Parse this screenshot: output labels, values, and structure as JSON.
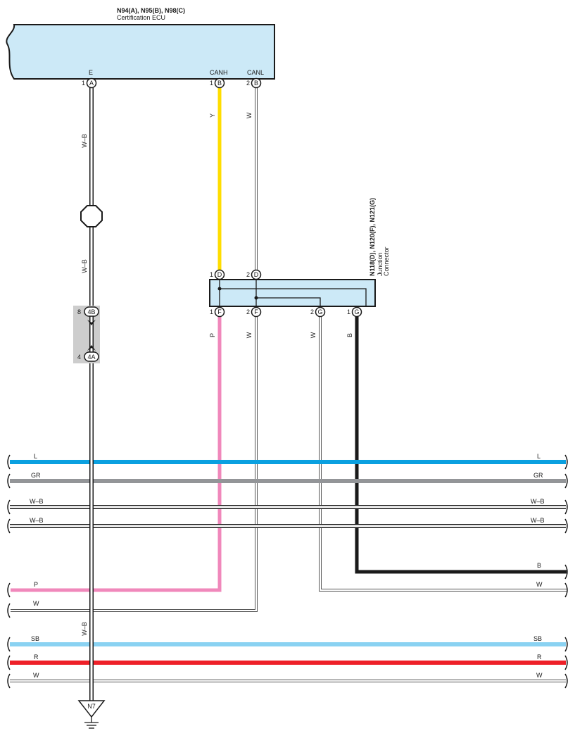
{
  "ecu": {
    "title": "N94(A), N95(B), N98(C)",
    "name": "Certification ECU",
    "pins": {
      "e": {
        "label": "E",
        "num": "1",
        "conn": "A"
      },
      "canh": {
        "label": "CANH",
        "num": "1",
        "conn": "B"
      },
      "canl": {
        "label": "CANL",
        "num": "2",
        "conn": "B"
      }
    }
  },
  "junction": {
    "title": "N118(D), N120(F), N121(G)",
    "line1": "Junction",
    "line2": "Connector",
    "top_pins": [
      {
        "num": "1",
        "conn": "D"
      },
      {
        "num": "2",
        "conn": "D"
      }
    ],
    "bottom_pins": [
      {
        "num": "1",
        "conn": "F"
      },
      {
        "num": "2",
        "conn": "F"
      },
      {
        "num": "2",
        "conn": "G"
      },
      {
        "num": "1",
        "conn": "G"
      }
    ]
  },
  "inline_connector": {
    "top": {
      "num": "8",
      "conn": "4B"
    },
    "bottom": {
      "num": "4",
      "conn": "4A"
    }
  },
  "ground": {
    "label": "N7"
  },
  "wire_labels": {
    "e_wire": "W–B",
    "e_wire2": "W–B",
    "e_wire3": "W–B",
    "canh_wire": "Y",
    "canl_wire": "W",
    "f1_wire": "P",
    "f2_wire": "W",
    "g2_wire": "W",
    "g1_wire": "B"
  },
  "bus": [
    {
      "label": "L",
      "color": "#0aa0e0"
    },
    {
      "label": "GR",
      "color": "#939598"
    },
    {
      "label": "W–B",
      "color": "#ffffff"
    },
    {
      "label": "W–B",
      "color": "#ffffff"
    },
    {
      "label": "B",
      "color": "#1a1a1a"
    },
    {
      "label": "W",
      "color": "#ffffff"
    },
    {
      "label": "P",
      "color": "#f088bb"
    },
    {
      "label": "W",
      "color": "#ffffff"
    },
    {
      "label": "SB",
      "color": "#8ad2f2"
    },
    {
      "label": "R",
      "color": "#ee2028"
    },
    {
      "label": "W",
      "color": "#ffffff"
    }
  ],
  "colors": {
    "ecu_fill": "#cce9f7",
    "connector_fill": "#cce9f7",
    "inline_fill": "#cdcdcd",
    "yellow": "#ffdd00",
    "pink": "#f088bb",
    "black": "#1a1a1a"
  }
}
